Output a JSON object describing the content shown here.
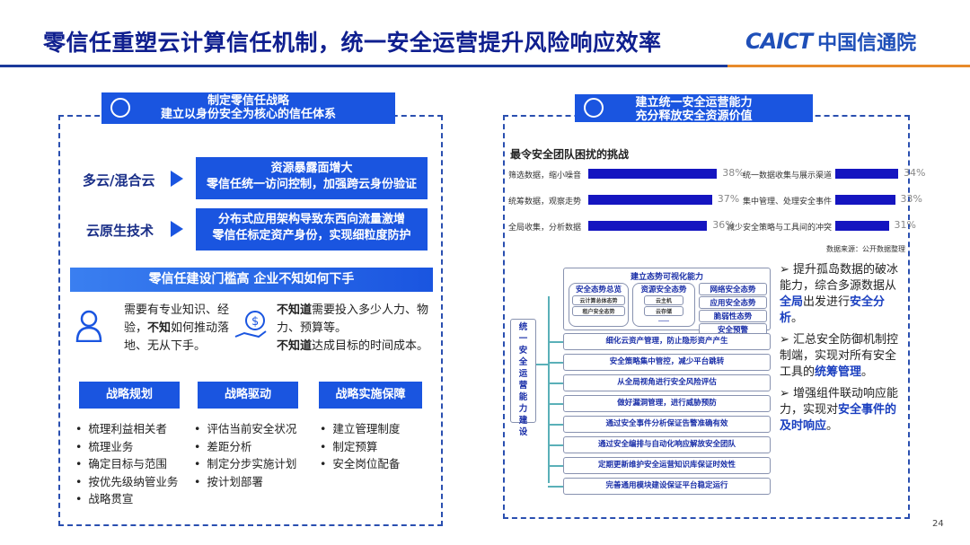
{
  "title": "零信任重塑云计算信任机制，统一安全运营提升风险响应效率",
  "logo": {
    "en": "CAICT",
    "cn": "中国信通院"
  },
  "page_number": "24",
  "left": {
    "header": [
      "制定零信任战略",
      "建立以身份安全为核心的信任体系"
    ],
    "rows": [
      {
        "label": "多云/混合云",
        "lines": [
          "资源暴露面增大",
          "零信任统一访问控制，加强跨云身份验证"
        ]
      },
      {
        "label": "云原生技术",
        "lines": [
          "分布式应用架构导致东西向流量激增",
          "零信任标定资产身份，实现细粒度防护"
        ]
      }
    ],
    "banner": "零信任建设门槛高  企业不知如何下手",
    "pain1": {
      "pre": "需要有专业知识、经验，",
      "b": "不知",
      "post": "如何推动落地、无从下手。"
    },
    "pain2": {
      "b1": "不知道",
      "t1": "需要投入多少人力、物力、预算等。",
      "b2": "不知道",
      "t2": "达成目标的时间成本。"
    },
    "columns": [
      {
        "title": "战略规划",
        "items": [
          "梳理利益相关者",
          "梳理业务",
          "确定目标与范围",
          "按优先级纳管业务",
          "战略贯宣"
        ]
      },
      {
        "title": "战略驱动",
        "items": [
          "评估当前安全状况",
          "差距分析",
          "制定分步实施计划",
          "按计划部署"
        ]
      },
      {
        "title": "战略实施保障",
        "items": [
          "建立管理制度",
          "制定预算",
          "安全岗位配备"
        ]
      }
    ]
  },
  "right": {
    "header": [
      "建立统一安全运营能力",
      "充分释放安全资源价值"
    ],
    "chart_data": {
      "type": "bar",
      "title": "最令安全团队困扰的挑战",
      "unit": "%",
      "left_series": [
        {
          "label": "筛选数据，缩小噪音",
          "value": 38
        },
        {
          "label": "统筹数据，观察走势",
          "value": 37
        },
        {
          "label": "全局收集，分析数据",
          "value": 36
        }
      ],
      "right_series": [
        {
          "label": "统一数据收集与展示渠道",
          "value": 34
        },
        {
          "label": "集中管理、处理安全事件",
          "value": 33
        },
        {
          "label": "减少安全策略与工具间的冲突",
          "value": 31
        }
      ],
      "source": "数据来源：公开数据整理"
    },
    "diagram": {
      "root": "统一安全运营能力建设",
      "top": "建立态势可视化能力",
      "group1": {
        "title": "安全态势总览",
        "items": [
          "云计算总体态势",
          "租户安全态势"
        ]
      },
      "group2": {
        "title": "资源安全态势",
        "items": [
          "云主机",
          "云存储",
          "……"
        ]
      },
      "group3": [
        "网络安全态势",
        "应用安全态势",
        "脆弱性态势",
        "安全预警"
      ],
      "items": [
        "细化云资产管理，防止隐形资产产生",
        "安全策略集中管控，减少平台跳转",
        "从全局视角进行安全风险评估",
        "做好漏洞管理，进行威胁预防",
        "通过安全事件分析保证告警准确有效",
        "通过安全编排与自动化响应解放安全团队",
        "定期更新维护安全运营知识库保证时效性",
        "完善通用模块建设保证平台稳定运行"
      ]
    },
    "bullets": [
      {
        "pre": "提升孤岛数据的破冰能力，综合多源数据从",
        "b1": "全局",
        "mid": "出发进行",
        "b2": "安全分析",
        "post": "。"
      },
      {
        "pre": "汇总安全防御机制控制端，实现对所有安全工具的",
        "b1": "统筹管理",
        "mid": "",
        "b2": "",
        "post": "。"
      },
      {
        "pre": "增强组件联动响应能力，实现对",
        "b1": "安全事件的及时响应",
        "mid": "",
        "b2": "",
        "post": "。"
      }
    ]
  },
  "colors": {
    "accent": "#1a55e0",
    "title": "#0f1f8f",
    "bar": "#1515c0"
  }
}
